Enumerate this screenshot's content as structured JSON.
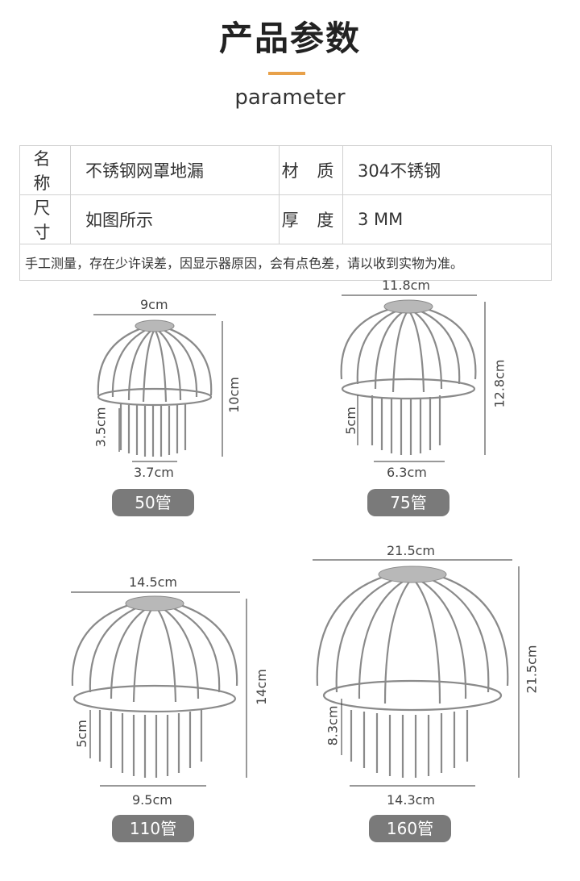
{
  "header": {
    "title": "产品参数",
    "subtitle": "parameter",
    "accent_color": "#e8a14a"
  },
  "params": {
    "row1": {
      "k1": "名 称",
      "v1": "不锈钢网罩地漏",
      "k2": "材 质",
      "v2": "304不锈钢"
    },
    "row2": {
      "k1": "尺 寸",
      "v1": "如图所示",
      "k2": "厚 度",
      "v2": "3 MM"
    },
    "note": "手工测量，存在少许误差，因显示器原因，会有点色差，请以收到实物为准。"
  },
  "products": [
    {
      "label": "50管",
      "top_width": "9cm",
      "height": "10cm",
      "stem_height": "3.5cm",
      "bottom_width": "3.7cm"
    },
    {
      "label": "75管",
      "top_width": "11.8cm",
      "height": "12.8cm",
      "stem_height": "5cm",
      "bottom_width": "6.3cm"
    },
    {
      "label": "110管",
      "top_width": "14.5cm",
      "height": "14cm",
      "stem_height": "5cm",
      "bottom_width": "9.5cm"
    },
    {
      "label": "160管",
      "top_width": "21.5cm",
      "height": "21.5cm",
      "stem_height": "8.3cm",
      "bottom_width": "14.3cm"
    }
  ],
  "colors": {
    "badge": "#7a7a7a",
    "wire": "#8a8a8a",
    "cap": "#b8b8b8"
  }
}
